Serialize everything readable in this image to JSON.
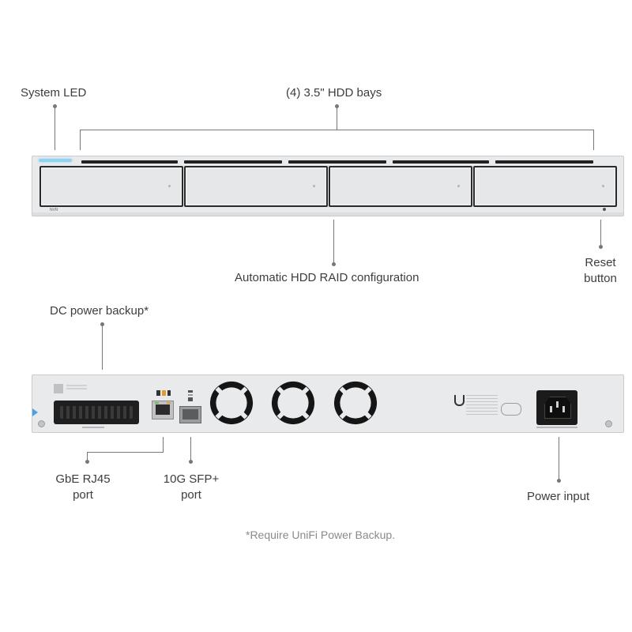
{
  "labels": {
    "system_led": "System LED",
    "hdd_bays": "(4) 3.5\" HDD bays",
    "raid": "Automatic HDD RAID configuration",
    "reset_line1": "Reset",
    "reset_line2": "button",
    "dc_backup": "DC power backup*",
    "rj45_line1": "GbE RJ45",
    "rj45_line2": "port",
    "sfp_line1": "10G SFP+",
    "sfp_line2": "port",
    "power_input": "Power input",
    "footnote": "*Require UniFi Power Backup."
  },
  "device": {
    "front_badge": "NVR",
    "bay_count": 4,
    "fan_count": 3
  }
}
